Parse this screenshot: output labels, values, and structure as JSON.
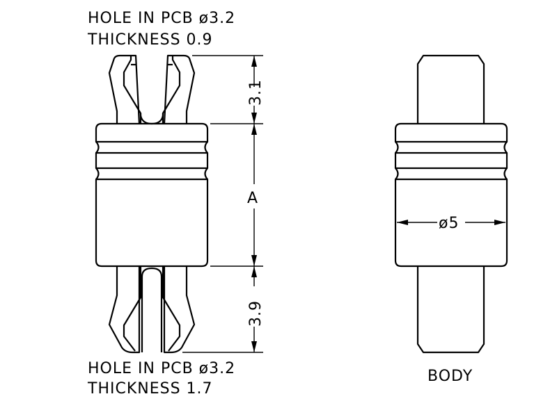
{
  "notes": {
    "top_line1": "HOLE IN PCB ø3.2",
    "top_line2": "THICKNESS 0.9",
    "bottom_line1": "HOLE IN PCB ø3.2",
    "bottom_line2": "THICKNESS 1.7"
  },
  "dimensions": {
    "top_clip": "3.1",
    "body_length": "A",
    "bottom_clip": "3.9",
    "diameter": "ø5"
  },
  "labels": {
    "body": "BODY"
  }
}
